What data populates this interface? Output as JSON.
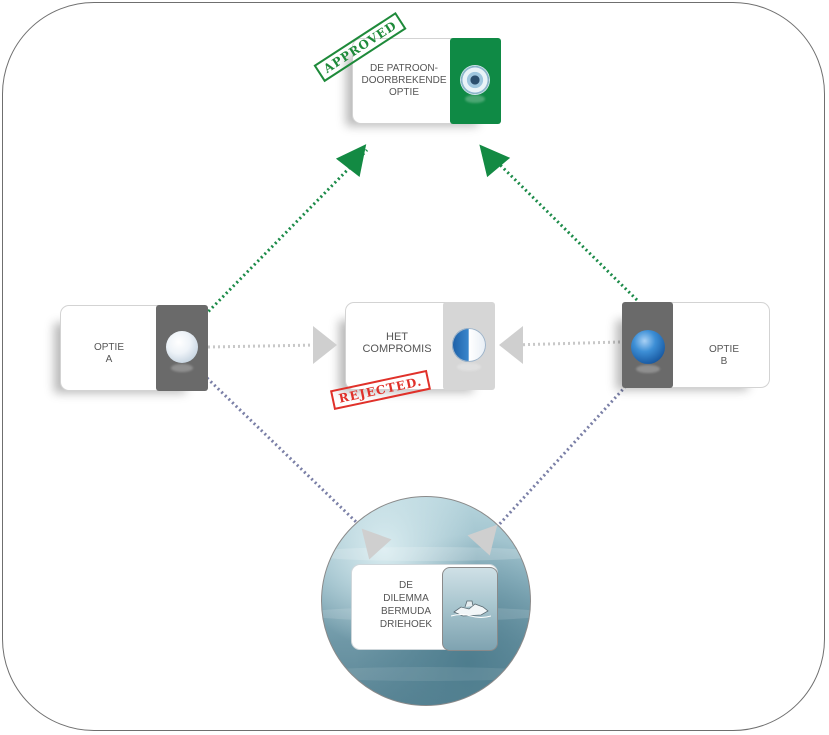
{
  "nodes": {
    "top": {
      "label": "DE PATROON-\nDOORBREKENDE\nOPTIE",
      "panel_color": "#0f8a45"
    },
    "left": {
      "label": "OPTIE\nA",
      "panel_color": "#6a6a6a"
    },
    "center": {
      "label": "HET\nCOMPROMIS",
      "panel_color": "#d6d6d6"
    },
    "right": {
      "label": "OPTIE\nB",
      "panel_color": "#6a6a6a"
    },
    "bottom": {
      "label": "DE\nDILEMMA\nBERMUDA\nDRIEHOEK"
    }
  },
  "stamps": {
    "approved": {
      "text": "APPROVED",
      "color": "#1e8a3a"
    },
    "rejected": {
      "text": "REJECTED.",
      "color": "#e0312a"
    }
  },
  "colors": {
    "green_link": "#1b8a48",
    "gray_link": "#c8c8c8",
    "blue_link": "#7a7fa6",
    "arrow_green": "#138a43",
    "arrow_gray": "#cfcfcf"
  },
  "icons": {
    "top": "lens-sphere-icon",
    "left": "white-sphere-icon",
    "center": "half-blue-sphere-icon",
    "right": "blue-sphere-icon",
    "bottom": "sinking-ship-icon"
  }
}
